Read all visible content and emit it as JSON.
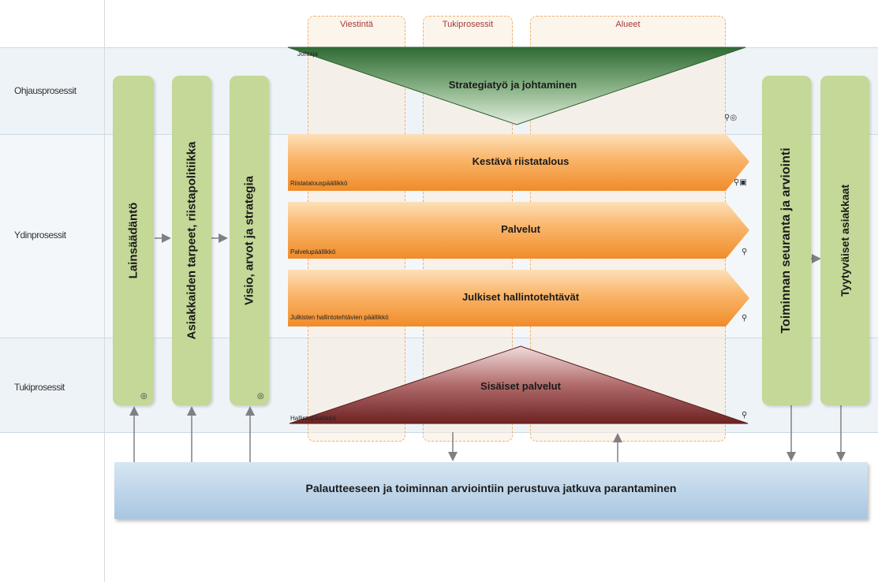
{
  "lanes": {
    "control": "Ohjausprosessit",
    "core": "Ydinprosessit",
    "support": "Tukiprosessit"
  },
  "columns": {
    "communication": "Viestintä",
    "support_processes": "Tukiprosessit",
    "regions": "Alueet"
  },
  "pillars": {
    "legislation": "Lainsäädäntö",
    "customer_needs": "Asiakkaiden tarpeet, riistapolitiikka",
    "vision": "Visio, arvot ja strategia",
    "monitoring": "Toiminnan seuranta ja arviointi",
    "satisfied": "Tyytyväiset asiakkaat"
  },
  "strategy": {
    "title": "Strategiatyö ja johtaminen",
    "owner": "Johtaja"
  },
  "core_processes": [
    {
      "title": "Kestävä riistatalous",
      "owner": "Riistatalouspäällikkö"
    },
    {
      "title": "Palvelut",
      "owner": "Palvelupäällikkö"
    },
    {
      "title": "Julkiset hallintotehtävät",
      "owner": "Julkisten hallintotehtävien päällikkö"
    }
  ],
  "internal": {
    "title": "Sisäiset palvelut",
    "owner": "Hallintopäällikkö"
  },
  "improvement": "Palautteeseen ja toiminnan arviointiin perustuva jatkuva parantaminen",
  "colors": {
    "pillar": "#c4d897",
    "core_arrow": "#f5a24a",
    "strategy": "#2f6b35",
    "internal": "#7a2b2b",
    "bar": "#bcd4ea"
  }
}
